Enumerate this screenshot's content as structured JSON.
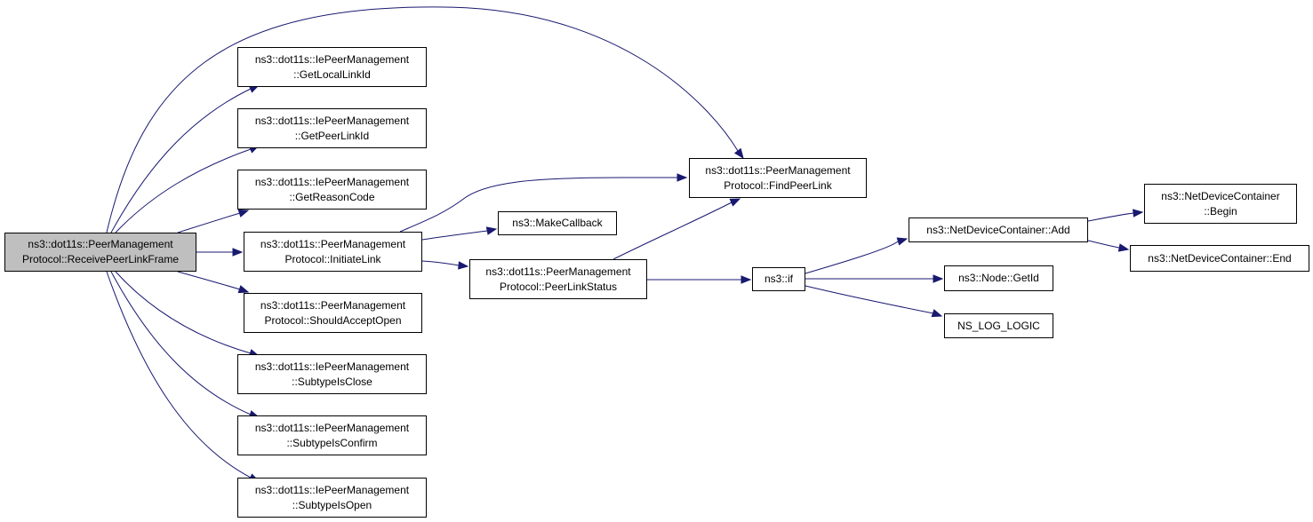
{
  "graph": {
    "edge_color": "#191970",
    "root_fill": "#bfbfbf",
    "node_fill": "#ffffff",
    "nodes": {
      "root": {
        "line1": "ns3::dot11s::PeerManagement",
        "line2": "Protocol::ReceivePeerLinkFrame"
      },
      "getLocalLinkId": {
        "line1": "ns3::dot11s::IePeerManagement",
        "line2": "::GetLocalLinkId"
      },
      "getPeerLinkId": {
        "line1": "ns3::dot11s::IePeerManagement",
        "line2": "::GetPeerLinkId"
      },
      "getReasonCode": {
        "line1": "ns3::dot11s::IePeerManagement",
        "line2": "::GetReasonCode"
      },
      "initiateLink": {
        "line1": "ns3::dot11s::PeerManagement",
        "line2": "Protocol::InitiateLink"
      },
      "shouldAcceptOpen": {
        "line1": "ns3::dot11s::PeerManagement",
        "line2": "Protocol::ShouldAcceptOpen"
      },
      "subtypeIsClose": {
        "line1": "ns3::dot11s::IePeerManagement",
        "line2": "::SubtypeIsClose"
      },
      "subtypeIsConfirm": {
        "line1": "ns3::dot11s::IePeerManagement",
        "line2": "::SubtypeIsConfirm"
      },
      "subtypeIsOpen": {
        "line1": "ns3::dot11s::IePeerManagement",
        "line2": "::SubtypeIsOpen"
      },
      "findPeerLink": {
        "line1": "ns3::dot11s::PeerManagement",
        "line2": "Protocol::FindPeerLink"
      },
      "makeCallback": {
        "line1": "ns3::MakeCallback"
      },
      "peerLinkStatus": {
        "line1": "ns3::dot11s::PeerManagement",
        "line2": "Protocol::PeerLinkStatus"
      },
      "nsIf": {
        "line1": "ns3::if"
      },
      "ndcAdd": {
        "line1": "ns3::NetDeviceContainer::Add"
      },
      "nodeGetId": {
        "line1": "ns3::Node::GetId"
      },
      "nsLogLogic": {
        "line1": "NS_LOG_LOGIC"
      },
      "ndcBegin": {
        "line1": "ns3::NetDeviceContainer",
        "line2": "::Begin"
      },
      "ndcEnd": {
        "line1": "ns3::NetDeviceContainer::End"
      }
    },
    "edges": [
      {
        "from": "root",
        "to": "findPeerLink"
      },
      {
        "from": "root",
        "to": "getLocalLinkId"
      },
      {
        "from": "root",
        "to": "getPeerLinkId"
      },
      {
        "from": "root",
        "to": "getReasonCode"
      },
      {
        "from": "root",
        "to": "initiateLink"
      },
      {
        "from": "root",
        "to": "shouldAcceptOpen"
      },
      {
        "from": "root",
        "to": "subtypeIsClose"
      },
      {
        "from": "root",
        "to": "subtypeIsConfirm"
      },
      {
        "from": "root",
        "to": "subtypeIsOpen"
      },
      {
        "from": "initiateLink",
        "to": "findPeerLink"
      },
      {
        "from": "initiateLink",
        "to": "makeCallback"
      },
      {
        "from": "initiateLink",
        "to": "peerLinkStatus"
      },
      {
        "from": "peerLinkStatus",
        "to": "findPeerLink"
      },
      {
        "from": "peerLinkStatus",
        "to": "nsIf"
      },
      {
        "from": "nsIf",
        "to": "ndcAdd"
      },
      {
        "from": "nsIf",
        "to": "nodeGetId"
      },
      {
        "from": "nsIf",
        "to": "nsLogLogic"
      },
      {
        "from": "ndcAdd",
        "to": "ndcBegin"
      },
      {
        "from": "ndcAdd",
        "to": "ndcEnd"
      }
    ]
  }
}
